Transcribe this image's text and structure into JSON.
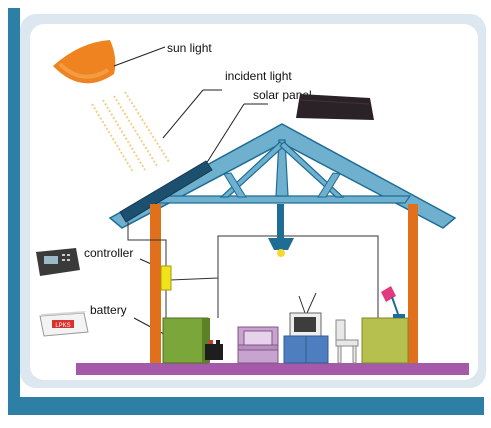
{
  "labels": {
    "sun_light": "sun light",
    "incident_light": "incident light",
    "solar_panel": "solar panel",
    "controller": "controller",
    "battery": "battery",
    "battery_brand": "LPKS"
  },
  "colors": {
    "frame_blue": "#2e7fa6",
    "card_bg": "#dde7ef",
    "house_bg": "#ffffff",
    "roof_truss": "#6fb0cf",
    "roof_stroke": "#1f6d94",
    "walls": "#e0701c",
    "floor": "#a45aa8",
    "sun_orange": "#ee8320",
    "light_rays": "#f0cf8a",
    "panel_dark": "#2a2226",
    "controller_yellow": "#f2e21a",
    "cabinet_green": "#7ba63a",
    "table_olive": "#b5c04f",
    "lamp_pink": "#e23a7c",
    "tv_blue": "#4e7ebf",
    "sofa_purple": "#c9a3cf",
    "bulb_yellow": "#f5d732"
  },
  "icons": [
    "sun-icon",
    "solar-panel-icon",
    "controller-device-icon",
    "battery-icon",
    "light-bulb-icon",
    "desk-lamp-icon",
    "television-icon",
    "armchair-icon",
    "chair-icon"
  ]
}
